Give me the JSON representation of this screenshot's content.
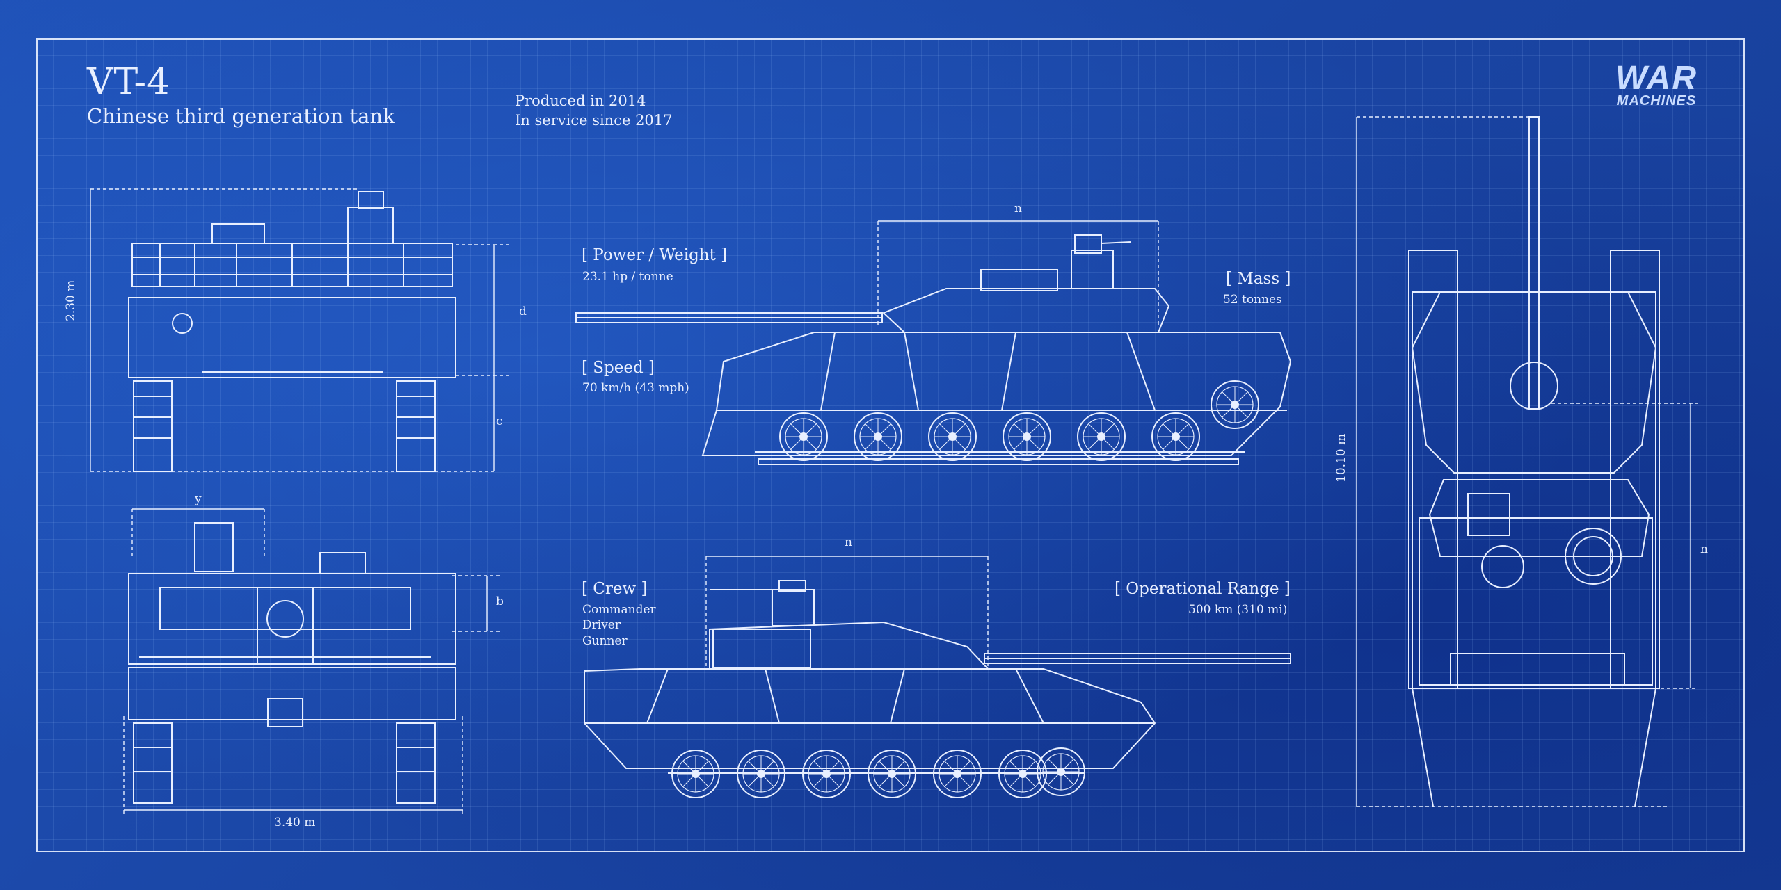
{
  "title": "VT-4",
  "subtitle": "Chinese third generation tank",
  "produced": "Produced in 2014",
  "in_service": "In service since 2017",
  "logo": {
    "line1": "WAR",
    "line2": "MACHINES"
  },
  "specs": {
    "power_weight": {
      "label": "[ Power / Weight ]",
      "value": "23.1 hp / tonne"
    },
    "speed": {
      "label": "[ Speed ]",
      "value": "70 km/h (43 mph)"
    },
    "mass": {
      "label": "[ Mass ]",
      "value": "52 tonnes"
    },
    "crew": {
      "label": "[ Crew ]",
      "members": [
        "Commander",
        "Driver",
        "Gunner"
      ]
    },
    "range": {
      "label": "[ Operational Range ]",
      "value": "500 km (310 mi)"
    }
  },
  "dimensions": {
    "height": "2.30 m",
    "width": "3.40 m",
    "length": "10.10 m",
    "marks": {
      "d": "d",
      "c": "c",
      "b": "b",
      "y": "y",
      "n": "n"
    }
  },
  "colors": {
    "background": "#1a46a8",
    "line": "#e8efff",
    "grid": "#a0c8ff"
  }
}
